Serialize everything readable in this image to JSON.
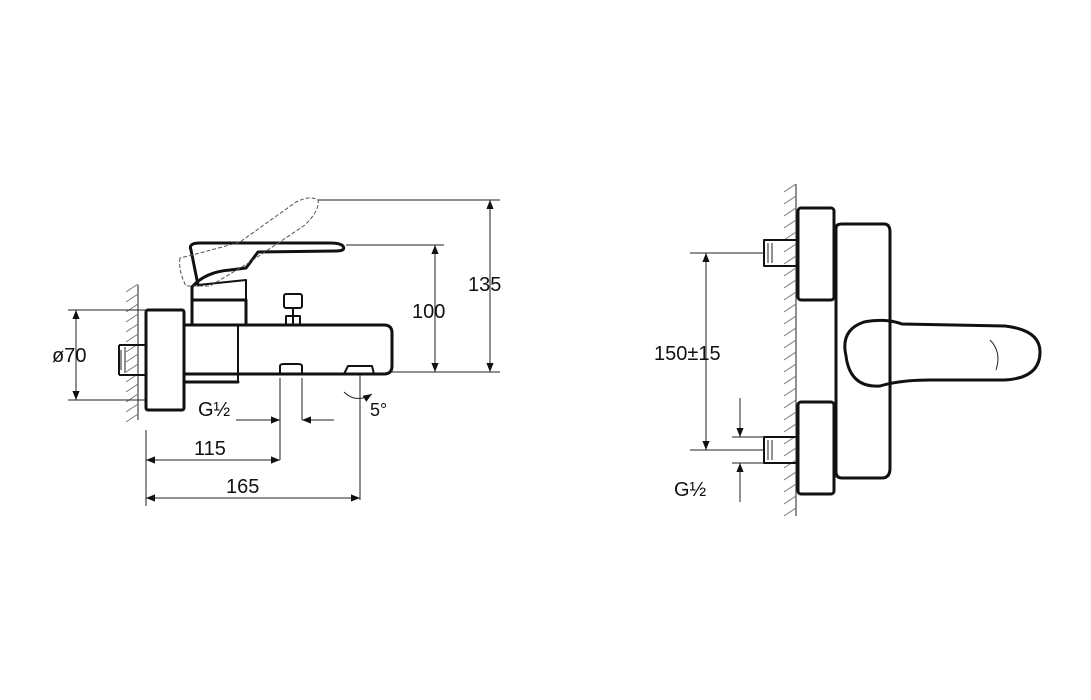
{
  "side_view": {
    "dims": {
      "diameter": "ø70",
      "height_total": "135",
      "height_spout": "100",
      "depth_spout": "165",
      "depth_outlet": "115",
      "angle": "5°",
      "thread": "G½"
    }
  },
  "front_view": {
    "dims": {
      "center_distance": "150±15",
      "thread": "G½"
    }
  }
}
